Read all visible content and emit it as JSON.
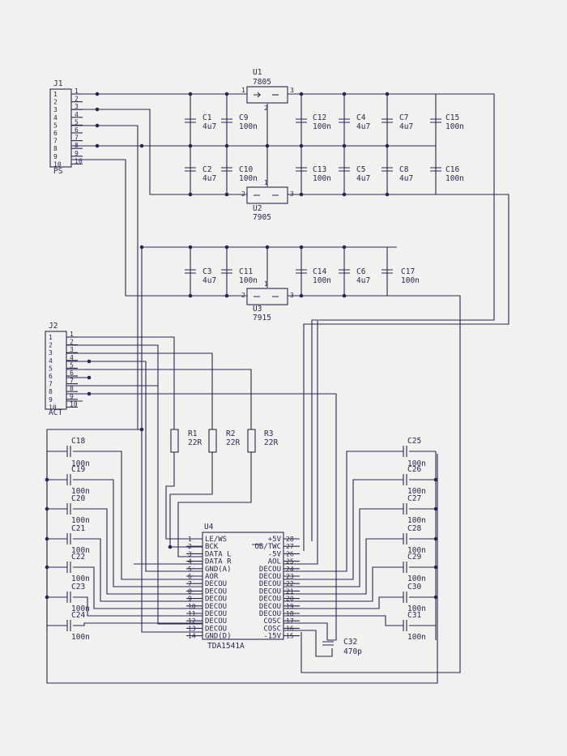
{
  "connectors": {
    "j1": {
      "ref": "J1",
      "label": "PS",
      "pins": [
        "1",
        "2",
        "3",
        "4",
        "5",
        "6",
        "7",
        "8",
        "9",
        "10"
      ]
    },
    "j2": {
      "ref": "J2",
      "label": "ACT",
      "pins": [
        "1",
        "2",
        "3",
        "4",
        "5",
        "6",
        "7",
        "8",
        "9",
        "10"
      ]
    }
  },
  "regulators": {
    "u1": {
      "ref": "U1",
      "value": "7805",
      "p1": "1",
      "p2": "2",
      "p3": "3"
    },
    "u2": {
      "ref": "U2",
      "value": "7905",
      "p1": "1",
      "p2": "2",
      "p3": "3"
    },
    "u3": {
      "ref": "U3",
      "value": "7915",
      "p1": "1",
      "p2": "2",
      "p3": "3"
    }
  },
  "caps": {
    "c1": {
      "ref": "C1",
      "value": "4u7"
    },
    "c2": {
      "ref": "C2",
      "value": "4u7"
    },
    "c3": {
      "ref": "C3",
      "value": "4u7"
    },
    "c4": {
      "ref": "C4",
      "value": "4u7"
    },
    "c5": {
      "ref": "C5",
      "value": "4u7"
    },
    "c6": {
      "ref": "C6",
      "value": "4u7"
    },
    "c7": {
      "ref": "C7",
      "value": "4u7"
    },
    "c8": {
      "ref": "C8",
      "value": "4u7"
    },
    "c9": {
      "ref": "C9",
      "value": "100n"
    },
    "c10": {
      "ref": "C10",
      "value": "100n"
    },
    "c11": {
      "ref": "C11",
      "value": "100n"
    },
    "c12": {
      "ref": "C12",
      "value": "100n"
    },
    "c13": {
      "ref": "C13",
      "value": "100n"
    },
    "c14": {
      "ref": "C14",
      "value": "100n"
    },
    "c15": {
      "ref": "C15",
      "value": "100n"
    },
    "c16": {
      "ref": "C16",
      "value": "100n"
    },
    "c17": {
      "ref": "C17",
      "value": "100n"
    },
    "c18": {
      "ref": "C18",
      "value": "100n"
    },
    "c19": {
      "ref": "C19",
      "value": "100n"
    },
    "c20": {
      "ref": "C20",
      "value": "100n"
    },
    "c21": {
      "ref": "C21",
      "value": "100n"
    },
    "c22": {
      "ref": "C22",
      "value": "100n"
    },
    "c23": {
      "ref": "C23",
      "value": "100n"
    },
    "c24": {
      "ref": "C24",
      "value": "100n"
    },
    "c25": {
      "ref": "C25",
      "value": "100n"
    },
    "c26": {
      "ref": "C26",
      "value": "100n"
    },
    "c27": {
      "ref": "C27",
      "value": "100n"
    },
    "c28": {
      "ref": "C28",
      "value": "100n"
    },
    "c29": {
      "ref": "C29",
      "value": "100n"
    },
    "c30": {
      "ref": "C30",
      "value": "100n"
    },
    "c31": {
      "ref": "C31",
      "value": "100n"
    },
    "c32": {
      "ref": "C32",
      "value": "470p"
    }
  },
  "resistors": {
    "r1": {
      "ref": "R1",
      "value": "22R"
    },
    "r2": {
      "ref": "R2",
      "value": "22R"
    },
    "r3": {
      "ref": "R3",
      "value": "22R"
    }
  },
  "ic": {
    "ref": "U4",
    "part": "TDA1541A",
    "left_pins": [
      {
        "num": "1",
        "name": "LE/WS"
      },
      {
        "num": "2",
        "name": "BCK"
      },
      {
        "num": "3",
        "name": "DATA L"
      },
      {
        "num": "4",
        "name": "DATA R"
      },
      {
        "num": "5",
        "name": "GND(A)"
      },
      {
        "num": "6",
        "name": "AOR"
      },
      {
        "num": "7",
        "name": "DECOU"
      },
      {
        "num": "8",
        "name": "DECOU"
      },
      {
        "num": "9",
        "name": "DECOU"
      },
      {
        "num": "10",
        "name": "DECOU"
      },
      {
        "num": "11",
        "name": "DECOU"
      },
      {
        "num": "12",
        "name": "DECOU"
      },
      {
        "num": "13",
        "name": "DECOU"
      },
      {
        "num": "14",
        "name": "GND(D)"
      }
    ],
    "right_pins": [
      {
        "num": "28",
        "name": "+5V"
      },
      {
        "num": "27",
        "name": "OB/TWC"
      },
      {
        "num": "26",
        "name": "-5V"
      },
      {
        "num": "25",
        "name": "AOL"
      },
      {
        "num": "24",
        "name": "DECOU"
      },
      {
        "num": "23",
        "name": "DECOU"
      },
      {
        "num": "22",
        "name": "DECOU"
      },
      {
        "num": "21",
        "name": "DECOU"
      },
      {
        "num": "20",
        "name": "DECOU"
      },
      {
        "num": "19",
        "name": "DECOU"
      },
      {
        "num": "18",
        "name": "DECOU"
      },
      {
        "num": "17",
        "name": "COSC"
      },
      {
        "num": "16",
        "name": "COSC"
      },
      {
        "num": "15",
        "name": "-15V"
      }
    ]
  }
}
